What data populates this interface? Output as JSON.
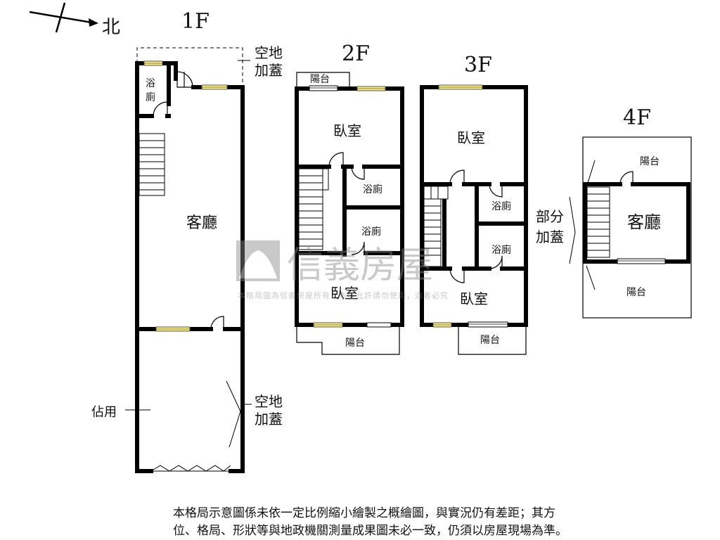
{
  "compass": {
    "north_label": "北"
  },
  "floors": {
    "f1": {
      "label": "1F",
      "rooms": {
        "bath": "浴廁",
        "living": "客廳"
      },
      "annotations": {
        "top_extension": "空地加蓋",
        "occupied": "佔用",
        "bottom_extension": "空地加蓋"
      }
    },
    "f2": {
      "label": "2F",
      "rooms": {
        "balcony_top": "陽台",
        "bedroom_top": "臥室",
        "bath1": "浴廁",
        "bath2": "浴廁",
        "bedroom_bottom": "臥室",
        "balcony_bottom": "陽台"
      }
    },
    "f3": {
      "label": "3F",
      "rooms": {
        "bedroom_top": "臥室",
        "bath1": "浴廁",
        "bath2": "浴廁",
        "bedroom_bottom": "臥室",
        "balcony_bottom": "陽台"
      },
      "annotations": {
        "partial_extension": "部分加蓋"
      }
    },
    "f4": {
      "label": "4F",
      "rooms": {
        "balcony_top": "陽台",
        "living": "客廳",
        "balcony_bottom": "陽台"
      }
    }
  },
  "watermark": {
    "brand": "信義房屋",
    "notice": "本格局圖為信義房屋所有，未經允許請勿使用，違者必究"
  },
  "disclaimer": {
    "line1": "本格局示意圖係未依一定比例縮小繪製之概繪圖，與實況仍有差距；其方",
    "line2": "位、格局、形狀等與地政機關測量成果圖未必一致，仍須以房屋現場為準。"
  }
}
